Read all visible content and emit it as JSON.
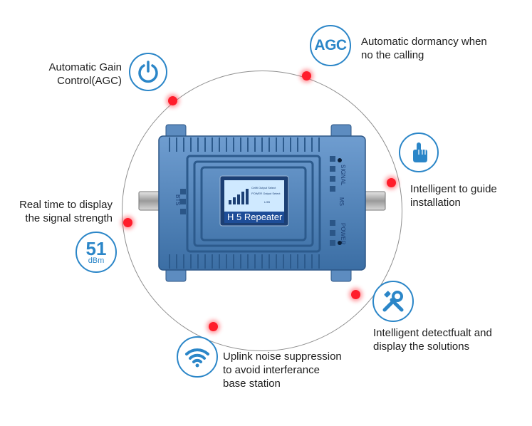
{
  "features": {
    "agc_left": {
      "line1": "Automatic Gain",
      "line2": "Control(AGC)",
      "icon": "power-icon"
    },
    "dormancy": {
      "line1": "Automatic dormancy when",
      "line2": "no the calling",
      "icon": "agc-badge-icon",
      "badge_text": "AGC"
    },
    "signal": {
      "line1": "Real time to display",
      "line2": "the signal strength",
      "icon": "dbm-badge-icon",
      "value": "51",
      "unit": "dBm"
    },
    "install": {
      "line1": "Intelligent to guide",
      "line2": "installation",
      "icon": "touch-hand-icon"
    },
    "fault": {
      "line1": "Intelligent detectfualt and",
      "line2": "display the solutions",
      "icon": "tools-icon"
    },
    "noise": {
      "line1": "Uplink noise suppression",
      "line2": "to avoid interferance",
      "line3": "base station",
      "icon": "wifi-icon"
    }
  },
  "device": {
    "screen_title": "H 5  Repeater",
    "left_port": "BTS",
    "right_port": "MS",
    "side_labels": [
      "SIGNAL",
      "POWER"
    ],
    "lcd_lines": [
      "Cellfi  Output Select",
      "POWER  Output Select",
      "LGB"
    ]
  },
  "colors": {
    "accent": "#2b86c8",
    "dot": "#ff1d2b",
    "device": "#4d7fb5"
  }
}
